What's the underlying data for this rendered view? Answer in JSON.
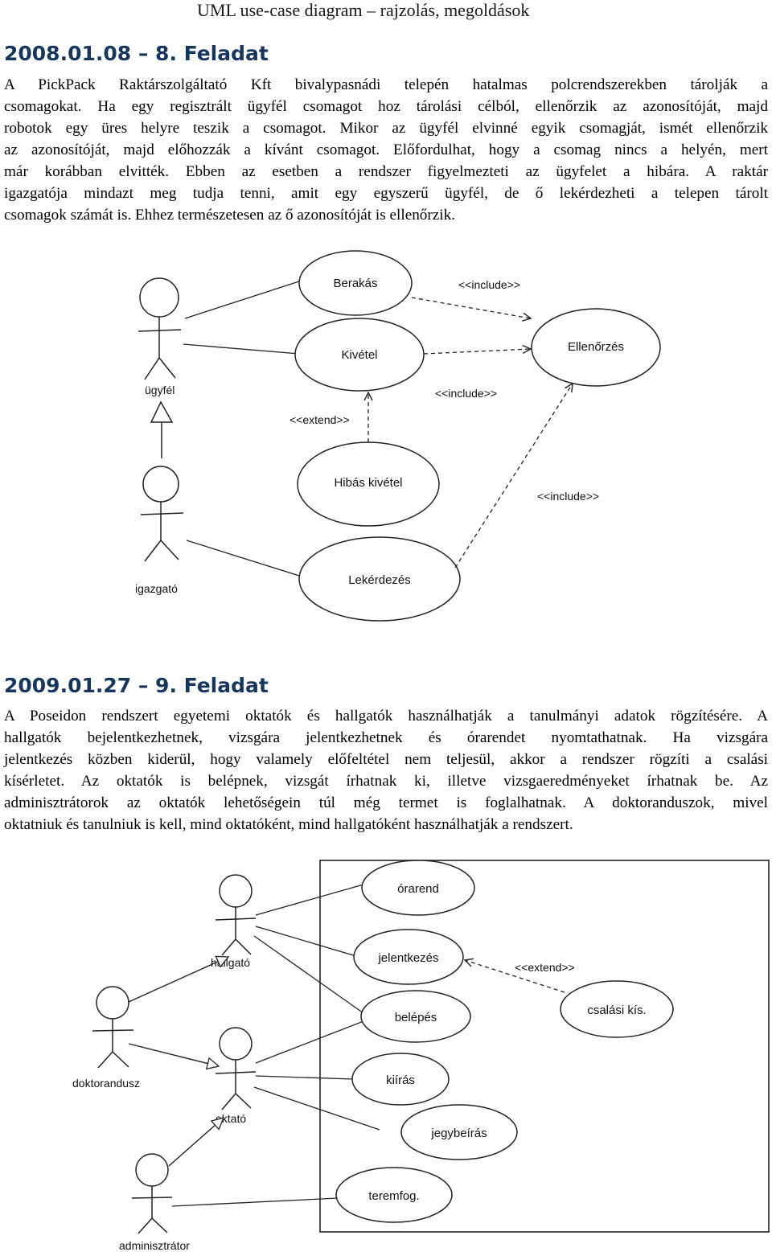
{
  "page_header": "UML use-case diagram – rajzolás, megoldások",
  "task8": {
    "heading": "2008.01.08 – 8. Feladat",
    "lines": [
      "A PickPack Raktárszolgáltató Kft bivalypasnádi telepén hatalmas polcrendszerekben tárolják a",
      "csomagokat. Ha egy regisztrált ügyfél csomagot hoz tárolási célból, ellenőrzik az azonosítóját, majd",
      "robotok egy üres helyre teszik a csomagot. Mikor az ügyfél elvinné egyik csomagját, ismét ellenőrzik",
      "az azonosítóját, majd előhozzák a kívánt csomagot. Előfordulhat, hogy a csomag nincs a helyén, mert",
      "már korábban elvitték. Ebben az esetben a rendszer figyelmezteti az ügyfelet a hibára. A raktár",
      "igazgatója mindazt meg tudja tenni, amit egy egyszerű ügyfél, de ő lekérdezheti a telepen tárolt",
      "csomagok számát is. Ehhez természetesen az ő azonosítóját is ellenőrzik."
    ],
    "diagram": {
      "actors": {
        "ugyfel": "ügyfél",
        "igazgato": "igazgató"
      },
      "use_cases": {
        "berakas": "Berakás",
        "kivetel": "Kivétel",
        "ellenorzes": "Ellenőrzés",
        "hibas_kivetel": "Hibás kivétel",
        "lekerdezes": "Lekérdezés"
      },
      "stereotypes": {
        "include": "<<include>>",
        "extend": "<<extend>>"
      }
    }
  },
  "task9": {
    "heading": "2009.01.27 – 9. Feladat",
    "lines": [
      "A Poseidon rendszert egyetemi oktatók és hallgatók használhatják a tanulmányi adatok rögzítésére. A",
      "hallgatók bejelentkezhetnek, vizsgára jelentkezhetnek és órarendet nyomtathatnak. Ha vizsgára",
      "jelentkezés közben kiderül, hogy valamely előfeltétel nem teljesül, akkor a rendszer rögzíti a csalási",
      "kísérletet. Az oktatók is belépnek, vizsgát írhatnak ki, illetve vizsgaeredményeket írhatnak be. Az",
      "adminisztrátorok az oktatók lehetőségein túl még termet is foglalhatnak. A doktoranduszok, mivel",
      "oktatniuk és tanulniuk is kell, mind oktatóként, mind hallgatóként használhatják a rendszert."
    ],
    "diagram": {
      "actors": {
        "hallgato": "hallgató",
        "doktorandusz": "doktorandusz",
        "oktato": "oktató",
        "adminisztrator": "adminisztrátor"
      },
      "use_cases": {
        "orarend": "órarend",
        "jelentkezes": "jelentkezés",
        "belepes": "belépés",
        "kiiras": "kiírás",
        "jegybeiras": "jegybeírás",
        "teremfog": "teremfog.",
        "csalasi": "csalási kís."
      },
      "stereotypes": {
        "extend": "<<extend>>"
      }
    }
  }
}
